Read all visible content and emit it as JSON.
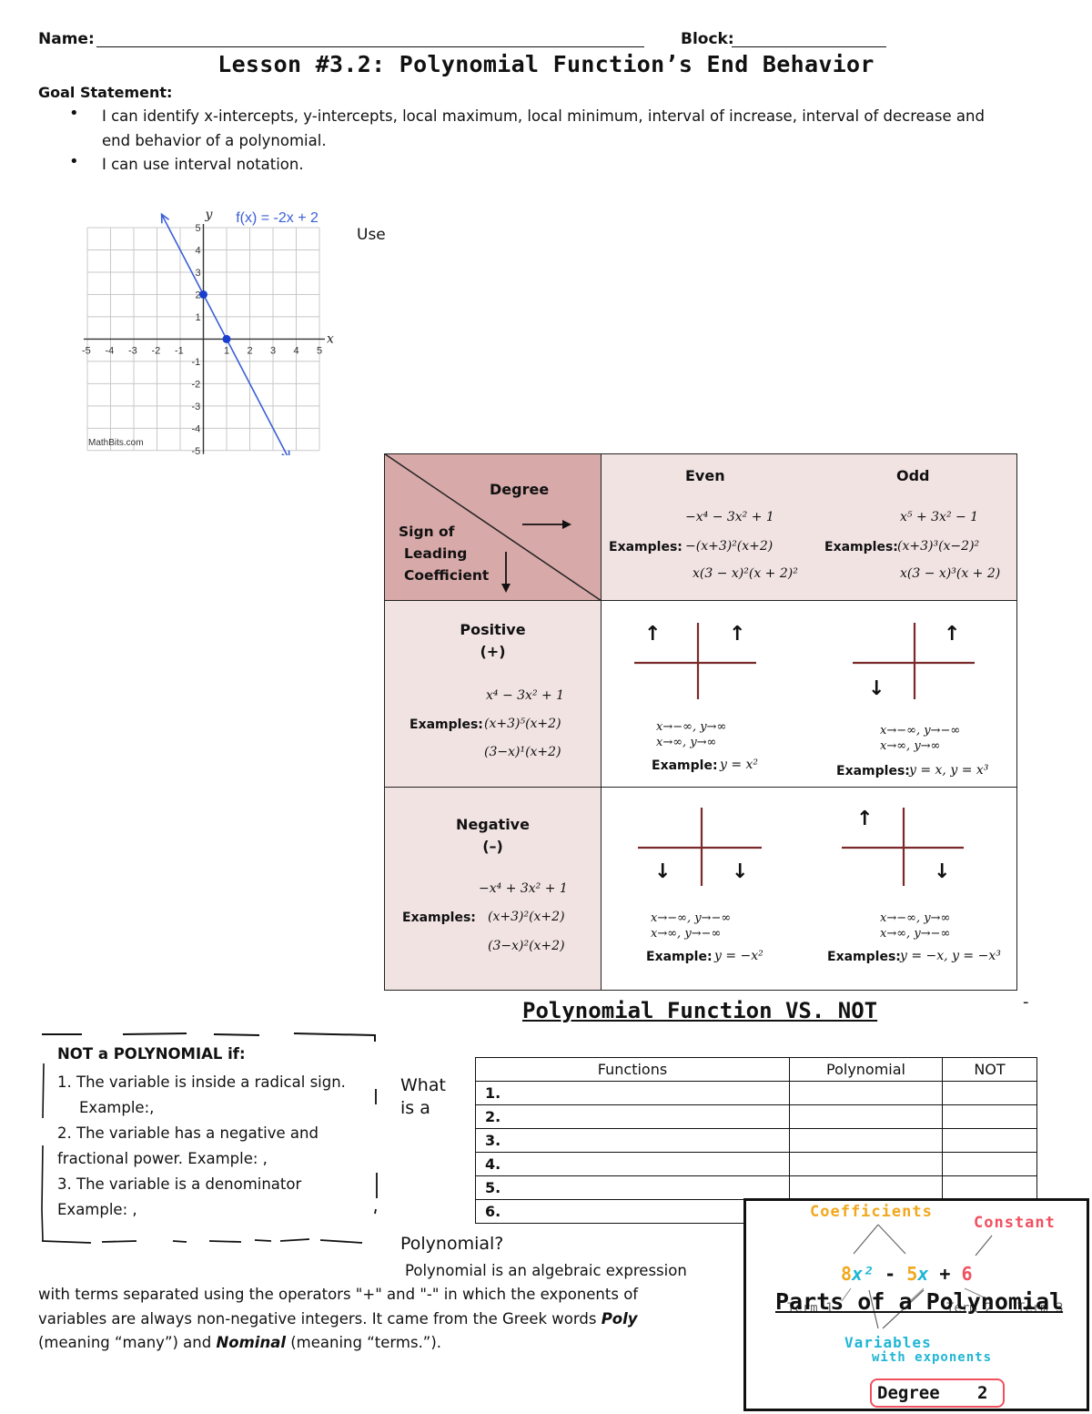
{
  "header": {
    "name_label": "Name:",
    "block_label": "Block:",
    "title": "Lesson #3.2: Polynomial Function’s End Behavior"
  },
  "goal": {
    "heading": "Goal Statement:",
    "bullets": [
      "I can identify x-intercepts, y-intercepts, local maximum, local minimum, interval of increase, interval of decrease and",
      "end behavior of a polynomial.",
      "I can use interval notation."
    ]
  },
  "graph": {
    "function_label": "f(x) = -2x + 2",
    "x_axis_label": "x",
    "y_axis_label": "y",
    "x_ticks": [
      "-5",
      "-4",
      "-3",
      "-2",
      "-1",
      "1",
      "2",
      "3",
      "4",
      "5"
    ],
    "y_ticks": [
      "5",
      "4",
      "3",
      "2",
      "1",
      "-1",
      "-2",
      "-3",
      "-4",
      "-5"
    ],
    "credit": "MathBits.com",
    "points": [
      {
        "x": 0,
        "y": 2
      },
      {
        "x": 1,
        "y": 0
      }
    ],
    "line": {
      "slope": -2,
      "intercept": 2
    },
    "xlim": [
      -5,
      5
    ],
    "ylim": [
      -5,
      5
    ],
    "colors": {
      "line": "#3a5fd6",
      "grid": "#c8c8c8",
      "point": "#1a3fd0"
    }
  },
  "use_text": "Use",
  "end_behavior": {
    "corner": {
      "degree": "Degree",
      "sign_lines": [
        "Sign of",
        "Leading",
        "Coefficient"
      ]
    },
    "even": {
      "heading": "Even",
      "examples_label": "Examples:",
      "examples": [
        "−x⁴ − 3x² + 1",
        "−(x+3)²(x+2)",
        "x(3 − x)²(x + 2)²"
      ]
    },
    "odd": {
      "heading": "Odd",
      "examples_label": "Examples:",
      "examples": [
        "x⁵ + 3x² − 1",
        "(x+3)³(x−2)²",
        "x(3 − x)³(x + 2)"
      ]
    },
    "positive": {
      "heading": "Positive",
      "sign": "(+)",
      "examples_label": "Examples:",
      "examples": [
        "x⁴ − 3x² + 1",
        "(x+3)⁵(x+2)",
        "(3−x)¹(x+2)"
      ],
      "even_behavior": [
        "x→−∞,  y→∞",
        "x→∞,    y→∞"
      ],
      "even_example_label": "Example:",
      "even_example": "y = x²",
      "odd_behavior": [
        "x→−∞,  y→−∞",
        "x→∞,    y→∞"
      ],
      "odd_example_label": "Examples:",
      "odd_example": "y = x,  y = x³"
    },
    "negative": {
      "heading": "Negative",
      "sign": "(–)",
      "examples_label": "Examples:",
      "examples": [
        "−x⁴ + 3x² + 1",
        "(x+3)²(x+2)",
        "(3−x)²(x+2)"
      ],
      "even_behavior": [
        "x→−∞,  y→−∞",
        "x→∞,    y→−∞"
      ],
      "even_example_label": "Example:",
      "even_example": "y = −x²",
      "odd_behavior": [
        "x→−∞,  y→∞",
        "x→∞,    y→−∞"
      ],
      "odd_example_label": "Examples:",
      "odd_example": "y = −x,  y = −x³"
    },
    "colors": {
      "dark": "#d8a9a9",
      "light": "#f2e3e3",
      "cross": "#7a2a2a"
    }
  },
  "vs_heading": "Polynomial Function VS. NOT",
  "not_poly": {
    "heading": "NOT a POLYNOMIAL if:",
    "lines": [
      "1. The variable is inside a radical sign.",
      "Example:,",
      "2. The variable has a negative and",
      "fractional power. Example: ,",
      "3. The variable is a denominator",
      "Example: ,"
    ]
  },
  "what_is": {
    "line1": "What",
    "line2": "is a",
    "line3": "Polynomial?"
  },
  "func_table": {
    "headers": [
      "Functions",
      "Polynomial",
      "NOT"
    ],
    "rows": [
      "1.",
      "2.",
      "3.",
      "4.",
      "5.",
      "6."
    ]
  },
  "definition": {
    "first_line": "Polynomial is an algebraic expression",
    "line2": "with terms separated using the operators \"+\" and \"-\" in which the exponents of",
    "line3_a": "variables are always non-negative integers. It came from the Greek words ",
    "line3_b": "Poly",
    "line4_a": "(meaning “many”) and ",
    "line4_b": "Nominal",
    "line4_c": " (meaning “terms.”)."
  },
  "parts": {
    "title": "Parts of a Polynomial",
    "coefficients": "Coefficients",
    "constant": "Constant",
    "expr_8": "8",
    "expr_x2": "x²",
    "expr_minus": " - ",
    "expr_5": "5",
    "expr_x": "x",
    "expr_plus": " + ",
    "expr_6": "6",
    "term1": "Term 1",
    "term2": "Term 2",
    "term3": "Term 3",
    "variables": "Variables",
    "with_exponents": "with exponents",
    "degree": "Degree",
    "degree_value": "2",
    "colors": {
      "orange": "#f2a81d",
      "red": "#f05060",
      "cyan": "#1fb6d6"
    }
  }
}
